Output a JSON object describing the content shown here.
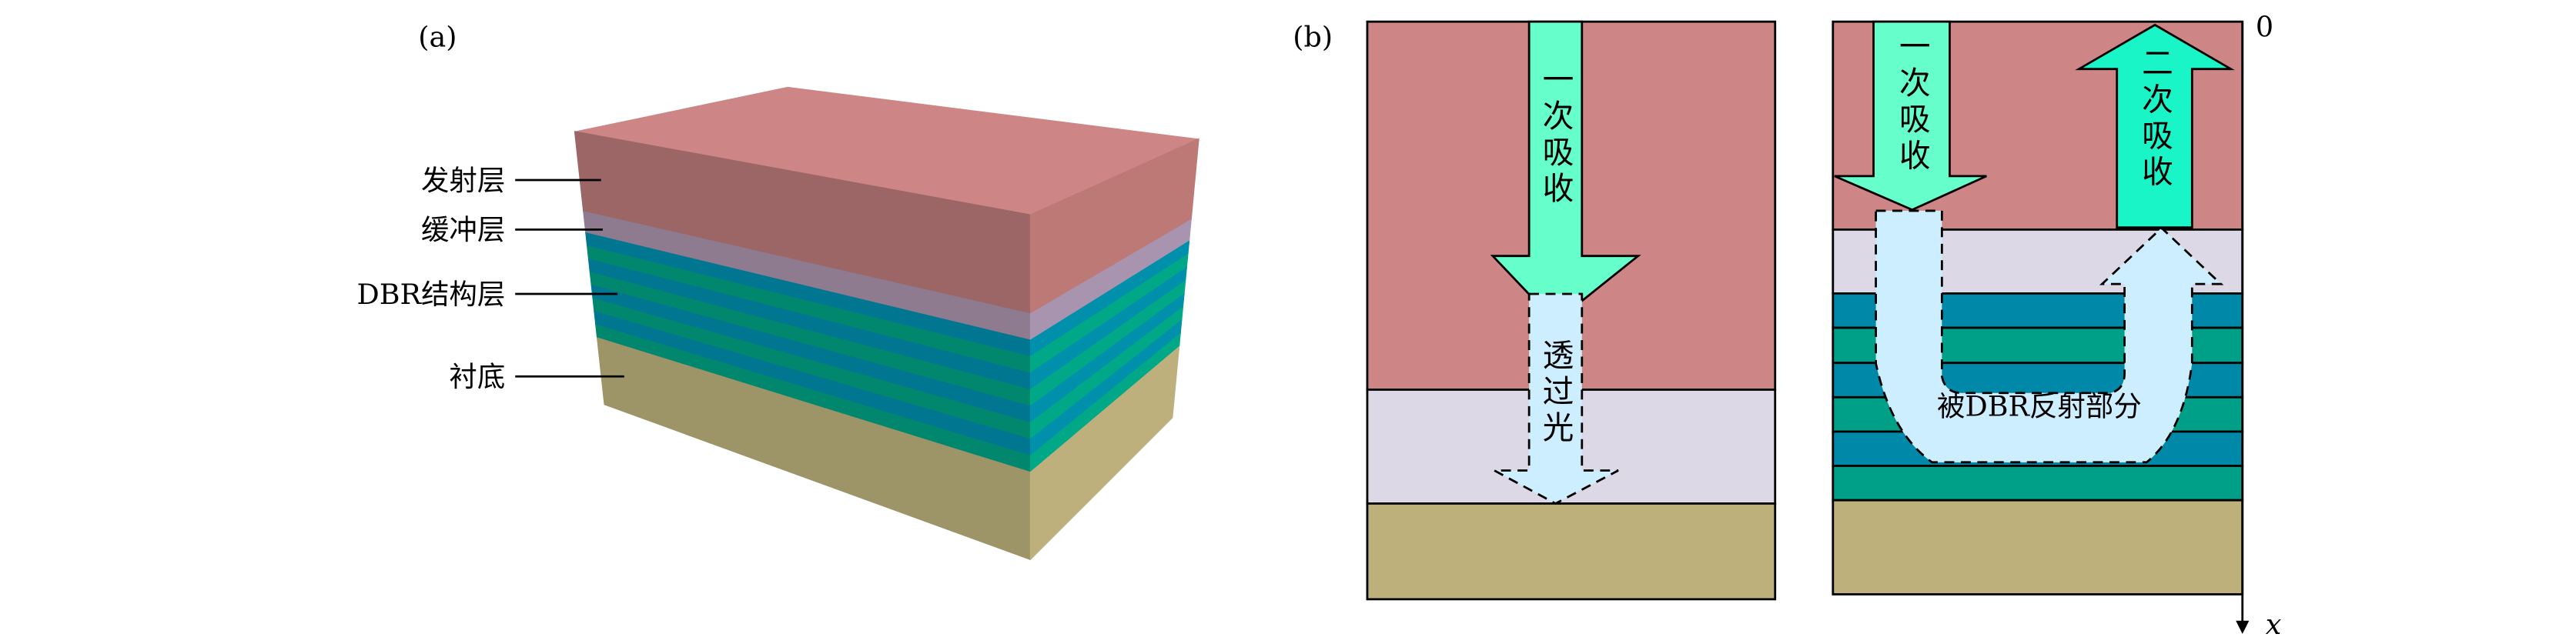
{
  "panel_a": {
    "label": "(a)",
    "layer_labels": {
      "emitter": "发射层",
      "buffer": "缓冲层",
      "dbr": "DBR结构层",
      "substrate": "衬底"
    }
  },
  "panel_b": {
    "label": "(b)",
    "left": {
      "primary_absorption": "一次吸收",
      "transmitted_light": "透过光"
    },
    "right": {
      "primary_absorption": "一次吸收",
      "secondary_absorption": "二次吸收",
      "reflected_part": "被DBR反射部分"
    },
    "axis": {
      "origin": "0",
      "variable": "x"
    }
  },
  "colors": {
    "emitter": "#cd8585",
    "buffer": "#dcd8e6",
    "dbr_blue": "#0088a8",
    "dbr_green": "#00a088",
    "substrate": "#bdb07b",
    "arrow_primary": "#66ffcc",
    "arrow_secondary": "#1af5c8",
    "arrow_light": "#cdeeff"
  }
}
